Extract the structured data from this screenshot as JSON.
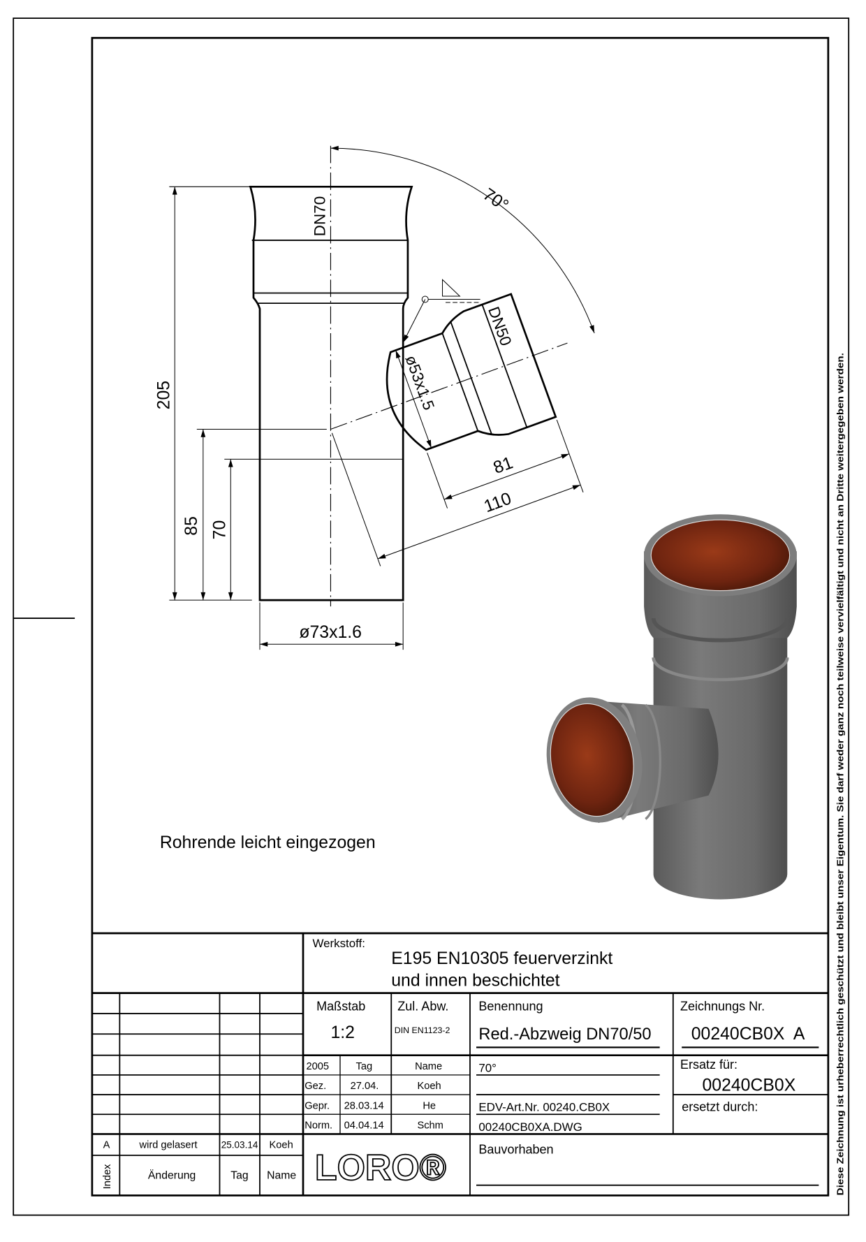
{
  "drawing": {
    "labels": {
      "dn70": "DN70",
      "dn50": "DN50",
      "angle": "70°",
      "dim_205": "205",
      "dim_85": "85",
      "dim_70": "70",
      "dim_81": "81",
      "dim_110": "110",
      "branch_diameter": "ø53x1.5",
      "main_diameter": "ø73x1.6"
    },
    "note": "Rohrende leicht eingezogen",
    "colors": {
      "pipe": "#6e6e6e",
      "coating": "#7a2a10"
    }
  },
  "title_block": {
    "material_label": "Werkstoff:",
    "material_line1": "E195 EN10305 feuerverzinkt",
    "material_line2": "und innen beschichtet",
    "scale_label": "Maßstab",
    "scale_value": "1:2",
    "tolerance_label": "Zul. Abw.",
    "tolerance_value": "DIN EN1123-2",
    "name_label": "Benennung",
    "name_value": "Red.-Abzweig DN70/50",
    "drawing_no_label": "Zeichnungs Nr.",
    "drawing_no_value": "00240CB0X  A",
    "angle_value": "70°",
    "edv_art_nr": "EDV-Art.Nr. 00240.CB0X",
    "file_name": "00240CB0XA.DWG",
    "replaces_label": "Ersatz für:",
    "replaces_value": "00240CB0X",
    "replaced_by_label": "ersetzt durch:",
    "project_label": "Bauvorhaben",
    "logo": "LORO®",
    "approvals": {
      "header": [
        "2005",
        "Tag",
        "Name"
      ],
      "rows": [
        [
          "Gez.",
          "27.04.",
          "Koeh"
        ],
        [
          "Gepr.",
          "28.03.14",
          "He"
        ],
        [
          "Norm.",
          "04.04.14",
          "Schm"
        ]
      ]
    },
    "revisions": {
      "header": [
        "Index",
        "Änderung",
        "Tag",
        "Name"
      ],
      "rows": [
        [
          "A",
          "wird gelasert",
          "25.03.14",
          "Koeh"
        ]
      ]
    }
  },
  "copyright_notice": "Diese Zeichnung ist urheberrechtlich geschützt und bleibt unser Eigentum. Sie darf weder ganz noch teilweise vervielfältigt und nicht an Dritte weitergegeben werden."
}
